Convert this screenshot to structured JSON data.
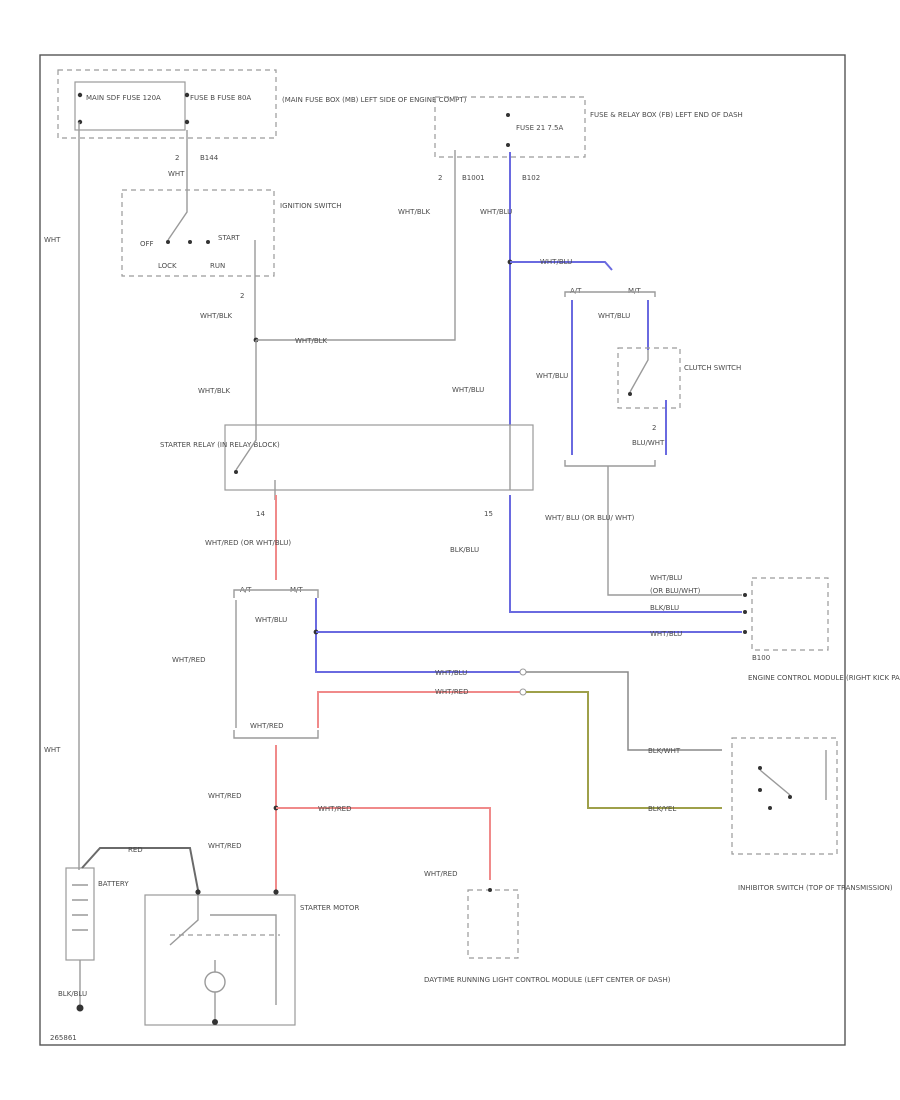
{
  "labels": {
    "main_sdf_fuse": "MAIN SDF FUSE 120A",
    "fuse_b": "FUSE B FUSE 80A",
    "main_fuse_box": "(MAIN FUSE BOX (MB) LEFT SIDE OF ENGINE COMPT)",
    "fuse_relay_box": "FUSE & RELAY BOX (FB) LEFT END OF DASH",
    "fuse_21": "FUSE 21 7.5A",
    "ignition_switch": "IGNITION SWITCH",
    "off": "OFF",
    "start": "START",
    "lock": "LOCK",
    "run": "RUN",
    "wht": "WHT",
    "wht_blk": "WHT/BLK",
    "wht_blu": "WHT/BLU",
    "wht_red": "WHT/RED",
    "wht_red_or_wht_blu": "WHT/RED (OR WHT/BLU)",
    "blk_blu": "BLK/BLU",
    "blk_wht": "BLK/WHT",
    "blu_wht": "BLU/WHT",
    "blk_yel": "BLK/YEL",
    "red": "RED",
    "blk_wht_or_blu_wht": "(OR BLU/WHT)",
    "wht_blu_or_blu_wht": "WHT/ BLU (OR BLU/ WHT)",
    "clutch_switch": "CLUTCH SWITCH",
    "starter_relay": "STARTER RELAY (IN RELAY BLOCK)",
    "engine_control_module": "ENGINE CONTROL MODULE (RIGHT KICK PANEL)",
    "inhibitor_switch": "INHIBITOR SWITCH (TOP OF TRANSMISSION)",
    "battery": "BATTERY",
    "starter_motor": "STARTER MOTOR",
    "drl_module": "DAYTIME RUNNING LIGHT CONTROL MODULE (LEFT CENTER OF DASH)",
    "a_t": "A/T",
    "m_t": "M/T",
    "pin_2": "2",
    "pin_14": "14",
    "pin_15": "15",
    "b144": "B144",
    "b1001": "B1001",
    "b102": "B102",
    "b100": "B100",
    "footer_code": "265861"
  }
}
